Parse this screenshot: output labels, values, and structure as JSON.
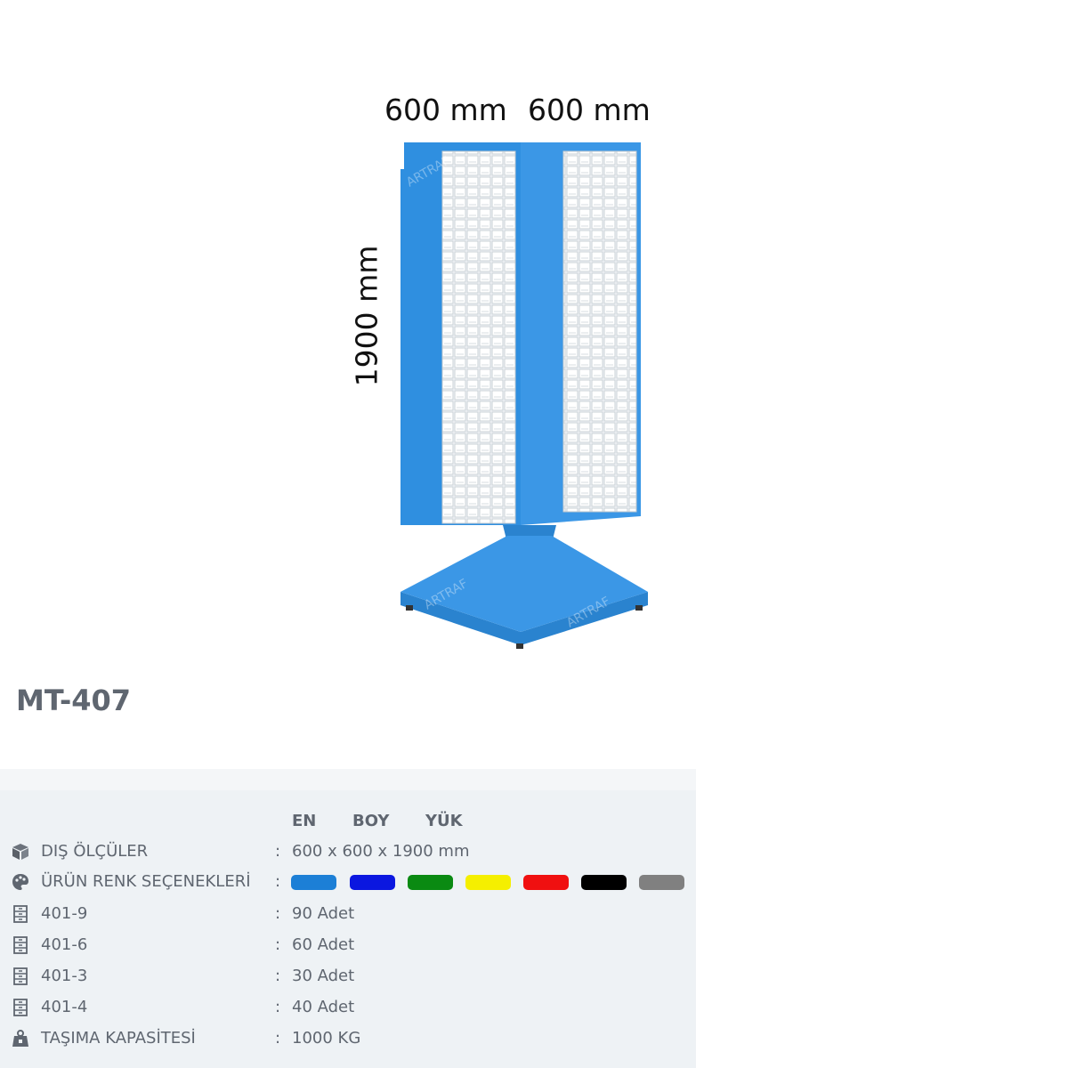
{
  "dimensions": {
    "width_1": "600 mm",
    "width_2": "600 mm",
    "height": "1900 mm"
  },
  "brand_watermark": "ARTRAF",
  "product_color": "#2f8fe0",
  "model": "MT-407",
  "table_headers": [
    "EN",
    "BOY",
    "YÜK"
  ],
  "specs": {
    "dimensions_row": {
      "label": "DIŞ ÖLÇÜLER",
      "value": "600 x 600 x 1900 mm",
      "icon": "cube-icon"
    },
    "colors_row": {
      "label": "ÜRÜN RENK SEÇENEKLERİ",
      "icon": "palette-icon",
      "options": [
        "#1c7fd6",
        "#0b17e0",
        "#0a8a12",
        "#f5ef00",
        "#f01010",
        "#000000",
        "#808080"
      ]
    },
    "items": [
      {
        "label": "401-9",
        "value": "90 Adet",
        "icon": "drawer-icon"
      },
      {
        "label": "401-6",
        "value": "60 Adet",
        "icon": "drawer-icon"
      },
      {
        "label": "401-3",
        "value": "30 Adet",
        "icon": "drawer-icon"
      },
      {
        "label": "401-4",
        "value": "40 Adet",
        "icon": "drawer-icon"
      }
    ],
    "capacity_row": {
      "label": "TAŞIMA KAPASİTESİ",
      "value": "1000 KG",
      "icon": "weight-icon"
    }
  },
  "separator": ":"
}
